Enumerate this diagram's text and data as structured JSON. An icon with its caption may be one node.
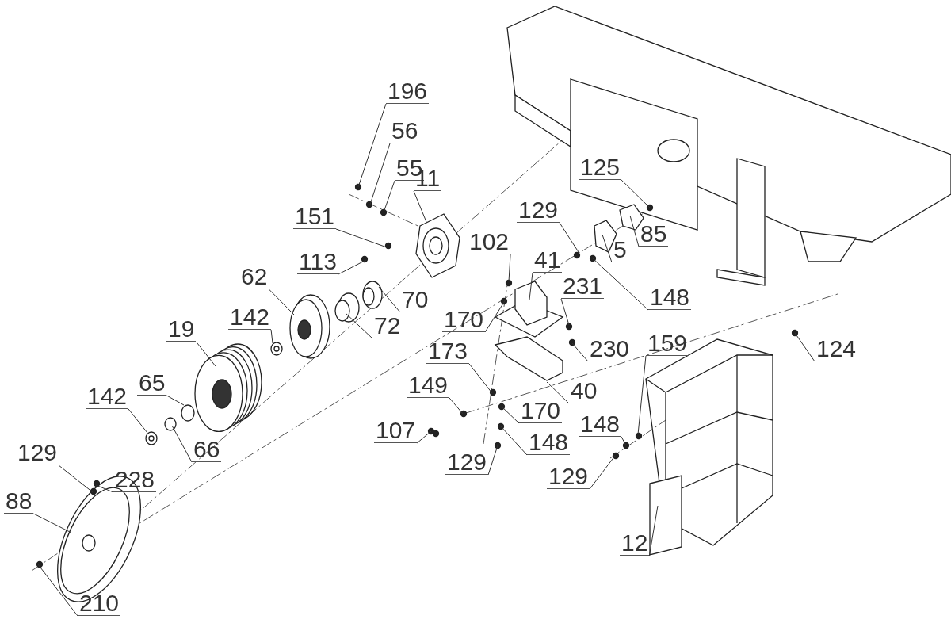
{
  "diagram": {
    "nodes": [
      {
        "text": [
          "196"
        ]
      },
      {
        "text": [
          "56"
        ]
      },
      {
        "text": [
          "55"
        ]
      },
      {
        "text": [
          "11"
        ]
      },
      {
        "text": [
          "151"
        ]
      },
      {
        "text": [
          "125"
        ]
      },
      {
        "text": [
          "85"
        ]
      },
      {
        "text": [
          "129"
        ]
      },
      {
        "text": [
          "5"
        ]
      },
      {
        "text": [
          "113"
        ]
      },
      {
        "text": [
          "102"
        ]
      },
      {
        "text": [
          "41"
        ]
      },
      {
        "text": [
          "62"
        ]
      },
      {
        "text": [
          "231"
        ]
      },
      {
        "text": [
          "148"
        ]
      },
      {
        "text": [
          "70"
        ]
      },
      {
        "text": [
          "142"
        ]
      },
      {
        "text": [
          "72"
        ]
      },
      {
        "text": [
          "170"
        ]
      },
      {
        "text": [
          "19"
        ]
      },
      {
        "text": [
          "230"
        ]
      },
      {
        "text": [
          "173"
        ]
      },
      {
        "text": [
          "159"
        ]
      },
      {
        "text": [
          "124"
        ]
      },
      {
        "text": [
          "40"
        ]
      },
      {
        "text": [
          "65"
        ]
      },
      {
        "text": [
          "149"
        ]
      },
      {
        "text": [
          "170"
        ]
      },
      {
        "text": [
          "142"
        ]
      },
      {
        "text": [
          "107"
        ]
      },
      {
        "text": [
          "148"
        ]
      },
      {
        "text": [
          "148"
        ]
      },
      {
        "text": [
          "66"
        ]
      },
      {
        "text": [
          "129"
        ]
      },
      {
        "text": [
          "129"
        ]
      },
      {
        "text": [
          "129"
        ]
      },
      {
        "text": [
          "228"
        ]
      },
      {
        "text": [
          "88"
        ]
      },
      {
        "text": [
          "12"
        ]
      },
      {
        "text": [
          "210"
        ]
      }
    ],
    "edges": [
      {
        "from": 0,
        "to": null,
        "arrow": "none"
      },
      {
        "from": 1,
        "to": null,
        "arrow": "none"
      },
      {
        "from": 2,
        "to": null,
        "arrow": "none"
      },
      {
        "from": 3,
        "to": null,
        "arrow": "none"
      },
      {
        "from": 4,
        "to": null,
        "arrow": "none"
      },
      {
        "from": 5,
        "to": null,
        "arrow": "none"
      },
      {
        "from": 6,
        "to": null,
        "arrow": "none"
      },
      {
        "from": 7,
        "to": null,
        "arrow": "none"
      },
      {
        "from": 8,
        "to": null,
        "arrow": "none"
      },
      {
        "from": 9,
        "to": null,
        "arrow": "none"
      },
      {
        "from": 10,
        "to": null,
        "arrow": "none"
      },
      {
        "from": 11,
        "to": null,
        "arrow": "none"
      },
      {
        "from": 12,
        "to": null,
        "arrow": "none"
      },
      {
        "from": 13,
        "to": null,
        "arrow": "none"
      },
      {
        "from": 14,
        "to": null,
        "arrow": "none"
      },
      {
        "from": 15,
        "to": null,
        "arrow": "none"
      },
      {
        "from": 16,
        "to": null,
        "arrow": "none"
      },
      {
        "from": 17,
        "to": null,
        "arrow": "none"
      },
      {
        "from": 18,
        "to": null,
        "arrow": "none"
      },
      {
        "from": 19,
        "to": null,
        "arrow": "none"
      },
      {
        "from": 20,
        "to": null,
        "arrow": "none"
      },
      {
        "from": 21,
        "to": null,
        "arrow": "none"
      },
      {
        "from": 22,
        "to": null,
        "arrow": "none"
      },
      {
        "from": 23,
        "to": null,
        "arrow": "none"
      },
      {
        "from": 24,
        "to": null,
        "arrow": "none"
      },
      {
        "from": 25,
        "to": null,
        "arrow": "none"
      },
      {
        "from": 26,
        "to": null,
        "arrow": "none"
      },
      {
        "from": 27,
        "to": null,
        "arrow": "none"
      },
      {
        "from": 28,
        "to": null,
        "arrow": "none"
      },
      {
        "from": 29,
        "to": null,
        "arrow": "none"
      },
      {
        "from": 30,
        "to": null,
        "arrow": "none"
      },
      {
        "from": 31,
        "to": null,
        "arrow": "none"
      },
      {
        "from": 32,
        "to": null,
        "arrow": "none"
      },
      {
        "from": 33,
        "to": null,
        "arrow": "none"
      },
      {
        "from": 34,
        "to": null,
        "arrow": "none"
      },
      {
        "from": 35,
        "to": null,
        "arrow": "none"
      },
      {
        "from": 36,
        "to": null,
        "arrow": "none"
      },
      {
        "from": 37,
        "to": null,
        "arrow": "none"
      },
      {
        "from": 38,
        "to": null,
        "arrow": "none"
      },
      {
        "from": 39,
        "to": null,
        "arrow": "none"
      }
    ]
  }
}
